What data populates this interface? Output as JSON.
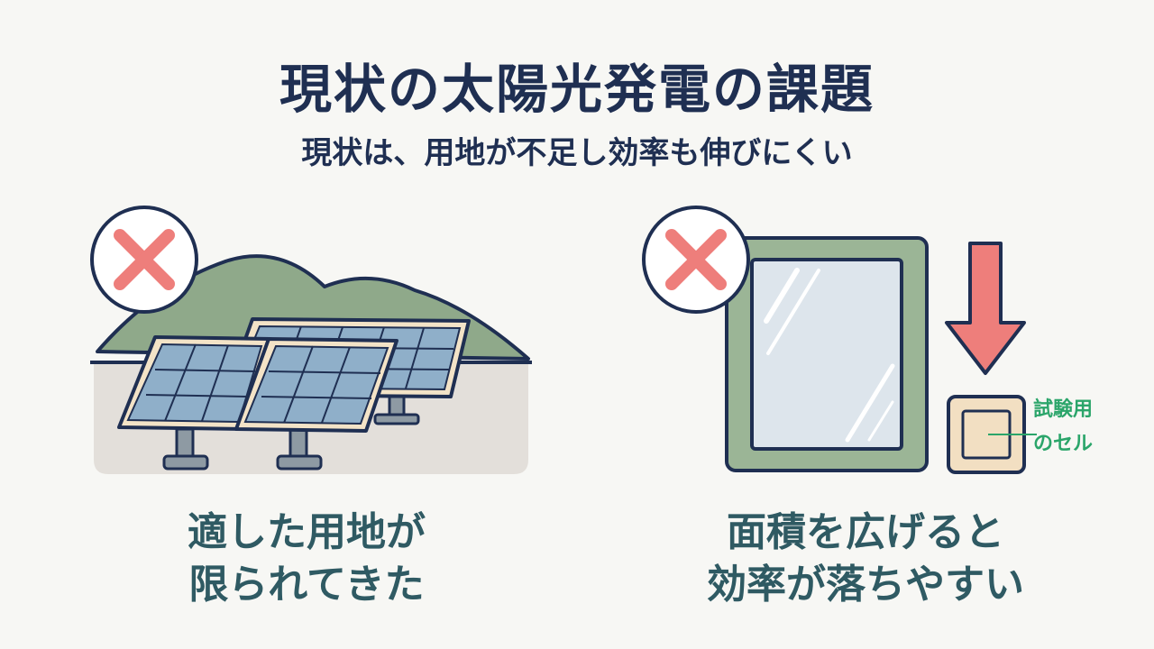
{
  "header": {
    "title": "現状の太陽光発電の課題",
    "subtitle": "現状は、用地が不足し効率も伸びにくい"
  },
  "left_panel": {
    "icon": "x-mark-icon",
    "illustration": "solar-panels-on-hillside",
    "caption_line1": "適した用地が",
    "caption_line2": "限られてきた"
  },
  "right_panel": {
    "icon": "x-mark-icon",
    "illustration": "large-panel-vs-test-cell",
    "arrow_icon": "down-arrow-icon",
    "cell_label_line1": "試験用",
    "cell_label_line2": "のセル",
    "caption_line1": "面積を広げると",
    "caption_line2": "効率が落ちやすい"
  },
  "colors": {
    "title": "#1F2F52",
    "caption": "#2F5A63",
    "x_mark": "#EE7E7B",
    "mountain": "#8FA98A",
    "ground": "#E3DFDA",
    "panel": "#8FAFC9",
    "panel_frame": "#F3E3C7",
    "big_panel_frame": "#9BB596",
    "glass": "#DDE5EC",
    "cell": "#F2DFC2",
    "label": "#2BA56A",
    "outline": "#1F2F52"
  }
}
